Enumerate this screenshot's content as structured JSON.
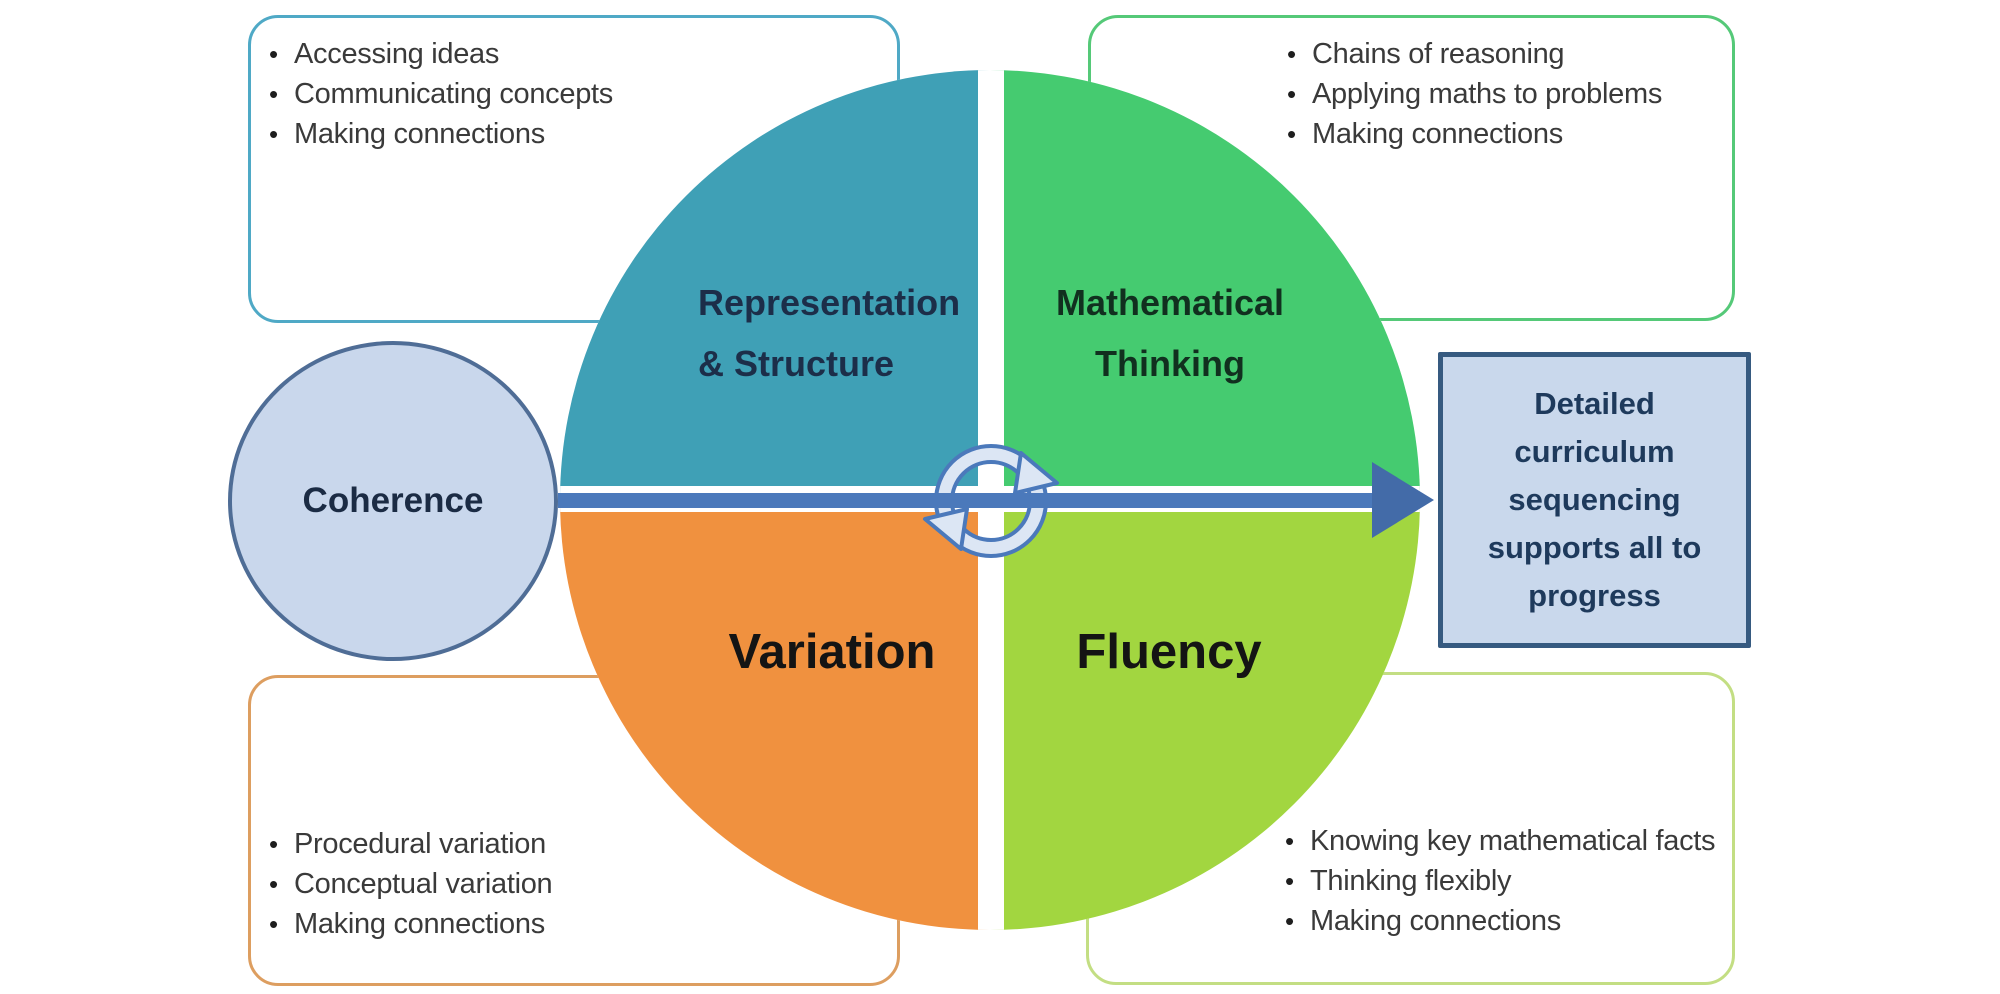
{
  "ui": {
    "bullet": "•"
  },
  "callouts": {
    "top_left": {
      "items": [
        "Accessing ideas",
        "Communicating concepts",
        "Making connections"
      ]
    },
    "top_right": {
      "items": [
        "Chains of reasoning",
        "Applying maths to problems",
        "Making connections"
      ]
    },
    "bottom_left": {
      "items": [
        "Procedural variation",
        "Conceptual variation",
        "Making connections"
      ]
    },
    "bottom_right": {
      "items": [
        "Knowing key mathematical facts",
        "Thinking flexibly",
        "Making connections"
      ]
    }
  },
  "quadrants": {
    "representation_structure": {
      "line1": "Representation",
      "line2": "& Structure"
    },
    "mathematical_thinking": {
      "line1": "Mathematical",
      "line2": "Thinking"
    },
    "variation": {
      "label": "Variation"
    },
    "fluency": {
      "label": "Fluency"
    }
  },
  "coherence": {
    "label": "Coherence"
  },
  "outcome_box": {
    "lines": [
      "Detailed",
      "curriculum",
      "sequencing",
      "supports all to",
      "progress"
    ]
  },
  "icons": {
    "center": "cycle-arrows-icon"
  },
  "palette": {
    "quad_representation": "#3fa0b6",
    "quad_thinking": "#45cb70",
    "quad_variation": "#f0913f",
    "quad_fluency": "#a2d640",
    "callout_border_top_left": "#4fa9c6",
    "callout_border_top_right": "#55c978",
    "callout_border_bottom_left": "#dd9e60",
    "callout_border_bottom_right": "#c3de83",
    "coherence_fill": "#c9d7ec",
    "coherence_border": "#4f6d96",
    "arrow": "#4b79bb",
    "outcome_fill": "#c9d8ec",
    "outcome_border": "#365a80",
    "icon_ring": "#dce6f4"
  }
}
